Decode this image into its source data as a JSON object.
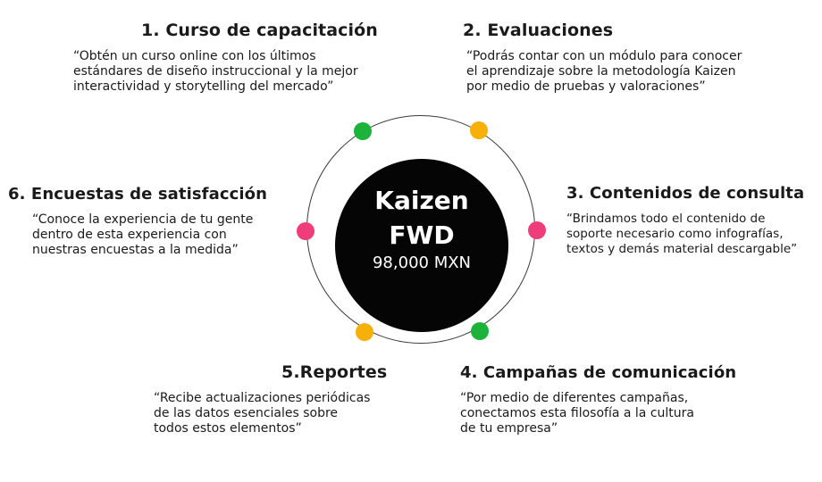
{
  "center": {
    "line1": "Kaizen",
    "line2": "FWD",
    "price": "98,000 MXN"
  },
  "items": [
    {
      "title": "1. Curso de capacitación",
      "lines": [
        "“Obtén un curso online con los últimos",
        "estándares de diseño instruccional y la mejor",
        "interactividad y storytelling del mercado”"
      ]
    },
    {
      "title": "2. Evaluaciones",
      "lines": [
        "“Podrás contar con un módulo para conocer",
        "el aprendizaje sobre la metodología Kaizen",
        "por medio de pruebas y valoraciones”"
      ]
    },
    {
      "title": "3. Contenidos de consulta",
      "lines": [
        "“Brindamos todo el contenido de",
        "soporte necesario como infografías,",
        "textos y demás material descargable”"
      ]
    },
    {
      "title": "4. Campañas de comunicación",
      "lines": [
        "“Por medio de diferentes campañas,",
        "conectamos esta filosofía a la cultura",
        "de tu empresa”"
      ]
    },
    {
      "title": "5.Reportes",
      "lines": [
        "“Recibe actualizaciones periódicas",
        "de las datos esenciales sobre",
        "todos estos elementos”"
      ]
    },
    {
      "title": "6. Encuestas de satisfacción",
      "lines": [
        "“Conoce la experiencia de tu gente",
        "dentro de esta experiencia con",
        "nuestras encuestas a la medida”"
      ]
    }
  ],
  "dot_colors": {
    "green": "#1db33a",
    "orange": "#f7b008",
    "pink": "#ef3d7a"
  }
}
